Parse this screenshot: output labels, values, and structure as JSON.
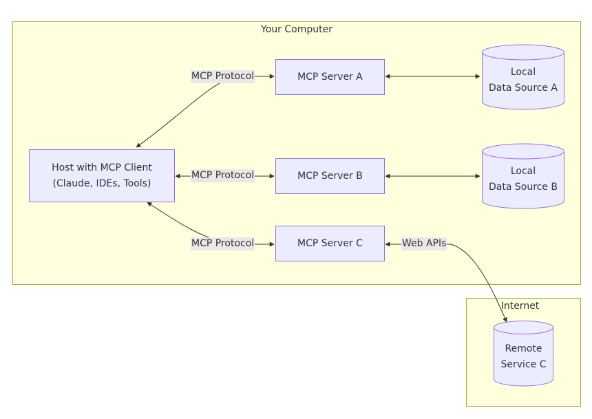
{
  "clusters": {
    "computer": {
      "title": "Your Computer"
    },
    "internet": {
      "title": "Internet"
    }
  },
  "nodes": {
    "host": {
      "line1": "Host with MCP Client",
      "line2": "(Claude, IDEs, Tools)"
    },
    "server_a": {
      "label": "MCP Server A"
    },
    "server_b": {
      "label": "MCP Server B"
    },
    "server_c": {
      "label": "MCP Server C"
    },
    "source_a": {
      "line1": "Local",
      "line2": "Data Source A"
    },
    "source_b": {
      "line1": "Local",
      "line2": "Data Source B"
    },
    "remote_c": {
      "line1": "Remote",
      "line2": "Service C"
    }
  },
  "edge_labels": {
    "protocol_a": "MCP Protocol",
    "protocol_b": "MCP Protocol",
    "protocol_c": "MCP Protocol",
    "web_apis": "Web APIs"
  },
  "colors": {
    "cluster_fill": "#ffffde",
    "cluster_border": "#aaaa33",
    "node_fill": "#ececff",
    "node_border": "#9370db",
    "edge": "#333333",
    "edge_label_bg": "#e8e8e8"
  }
}
